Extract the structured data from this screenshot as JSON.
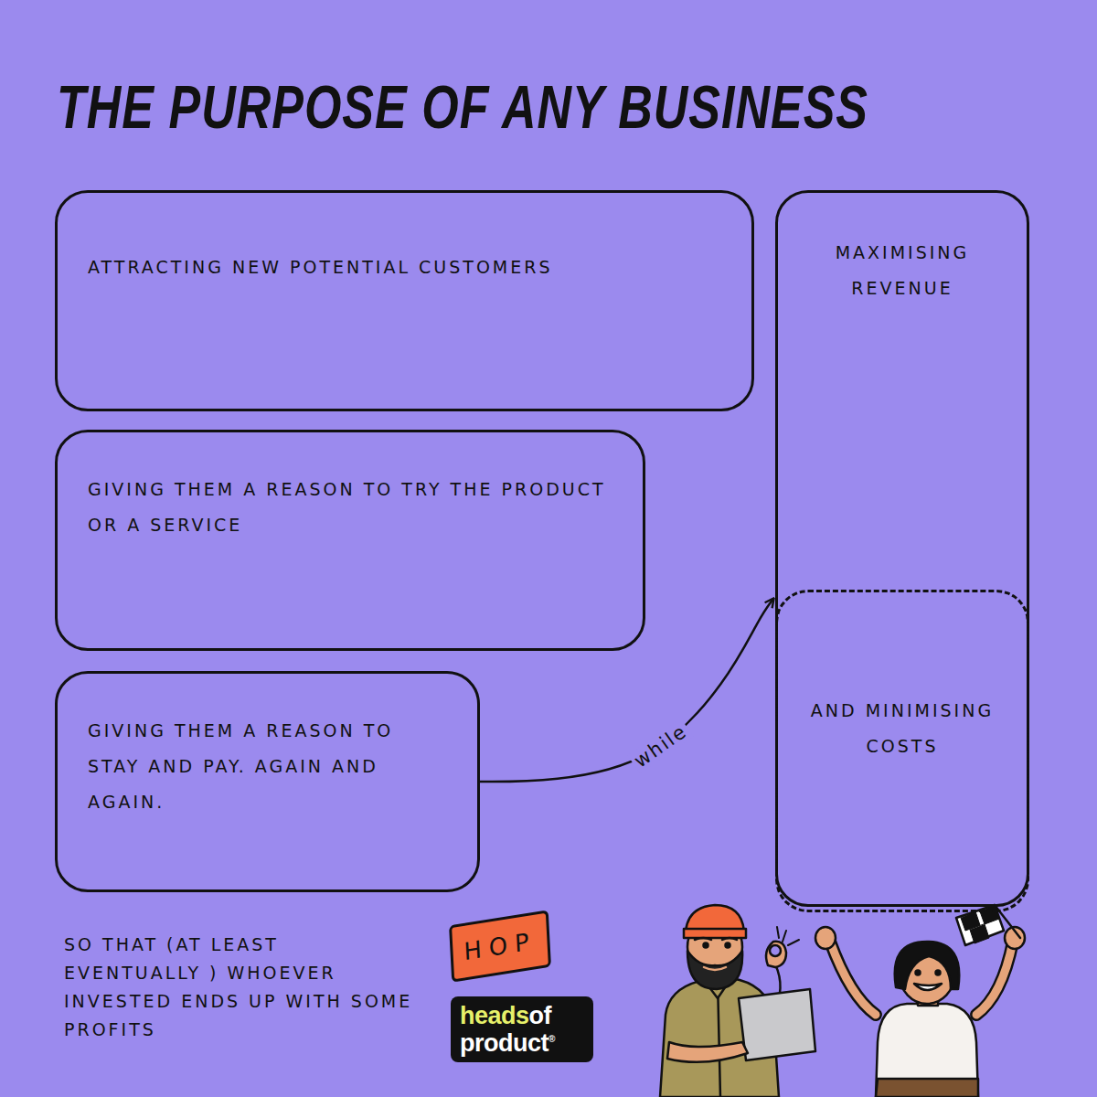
{
  "diagram": {
    "title": "THE PURPOSE OF ANY BUSINESS",
    "caption": "SO THAT (AT LEAST EVENTUALLY ) WHOEVER INVESTED ENDS UP WITH SOME PROFITS",
    "nodes": [
      {
        "text": [
          "ATTRACTING NEW POTENTIAL CUSTOMERS"
        ]
      },
      {
        "text": [
          "GIVING THEM A REASON TO TRY THE PRODUCT OR A SERVICE"
        ]
      },
      {
        "text": [
          "GIVING THEM A REASON TO STAY AND PAY. AGAIN AND AGAIN."
        ]
      },
      {
        "text": [
          "MAXIMISING REVENUE"
        ]
      },
      {
        "text": [
          "AND MINIMISING COSTS"
        ],
        "in": 3
      }
    ],
    "edges": [
      {
        "from": 2,
        "to": 3,
        "label": "while",
        "arrow": "to"
      }
    ],
    "labels": [
      "HOP",
      "heads",
      "of",
      "product",
      "®"
    ]
  }
}
